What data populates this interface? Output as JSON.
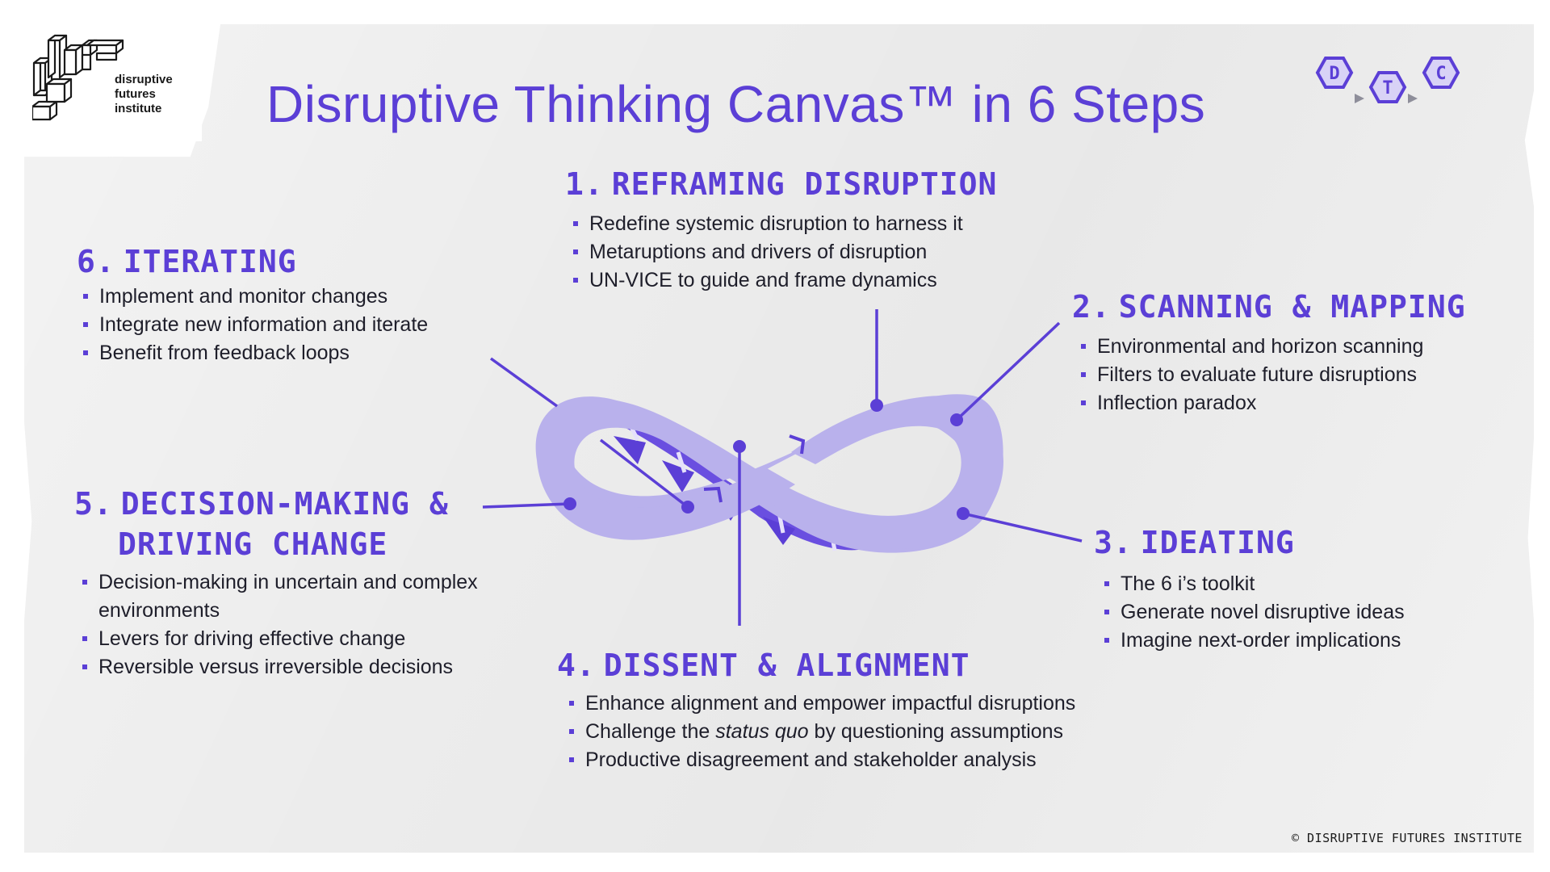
{
  "logo": {
    "line1": "disruptive",
    "line2": "futures",
    "line3": "institute"
  },
  "title": "Disruptive Thinking Canvas™ in 6 Steps",
  "dtc_badges": [
    "D",
    "T",
    "C"
  ],
  "colors": {
    "accent": "#5b3fd6",
    "infinity_light": "#b9b1ec",
    "infinity_dark": "#6a4fe0",
    "paper": "#ededed"
  },
  "steps": {
    "s1": {
      "num": "1.",
      "title": "REFRAMING DISRUPTION",
      "items": [
        "Redefine systemic disruption to harness it",
        "Metaruptions and drivers of disruption",
        "UN-VICE to guide and frame dynamics"
      ]
    },
    "s2": {
      "num": "2.",
      "title": "SCANNING & MAPPING",
      "items": [
        "Environmental and horizon scanning",
        "Filters to evaluate future disruptions",
        "Inflection paradox"
      ]
    },
    "s3": {
      "num": "3.",
      "title": "IDEATING",
      "items": [
        "The 6 i’s toolkit",
        "Generate novel disruptive ideas",
        "Imagine next-order implications"
      ]
    },
    "s4": {
      "num": "4.",
      "title": "DISSENT & ALIGNMENT",
      "items": [
        "Enhance alignment and empower impactful disruptions",
        "Challenge the ",
        "status quo",
        " by questioning assumptions",
        "Productive disagreement and stakeholder analysis"
      ]
    },
    "s5": {
      "num": "5.",
      "title_line1": "DECISION-MAKING &",
      "title_line2": "DRIVING CHANGE",
      "items": [
        "Decision-making in uncertain and complex environments",
        "Levers for driving effective change",
        "Reversible versus irreversible decisions"
      ]
    },
    "s6": {
      "num": "6.",
      "title": "ITERATING",
      "items": [
        "Implement and monitor changes",
        "Integrate new information and iterate",
        "Benefit from feedback loops"
      ]
    }
  },
  "copyright": "© DISRUPTIVE FUTURES INSTITUTE"
}
